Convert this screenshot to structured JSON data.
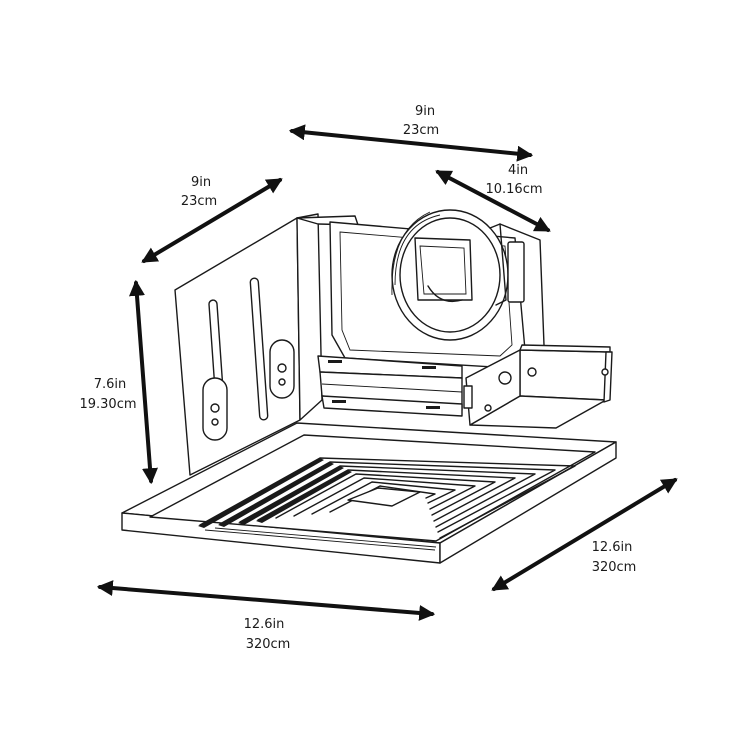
{
  "dimensions": {
    "top_width": {
      "in": "9in",
      "cm": "23cm"
    },
    "left_depth": {
      "in": "9in",
      "cm": "23cm"
    },
    "duct": {
      "in": "4in",
      "cm": "10.16cm"
    },
    "height": {
      "in": "7.6in",
      "cm": "19.30cm"
    },
    "grille_front": {
      "in": "12.6in",
      "cm": "320cm"
    },
    "grille_side": {
      "in": "12.6in",
      "cm": "320cm"
    }
  },
  "colors": {
    "line": "#1a1a1a",
    "background": "#ffffff"
  }
}
